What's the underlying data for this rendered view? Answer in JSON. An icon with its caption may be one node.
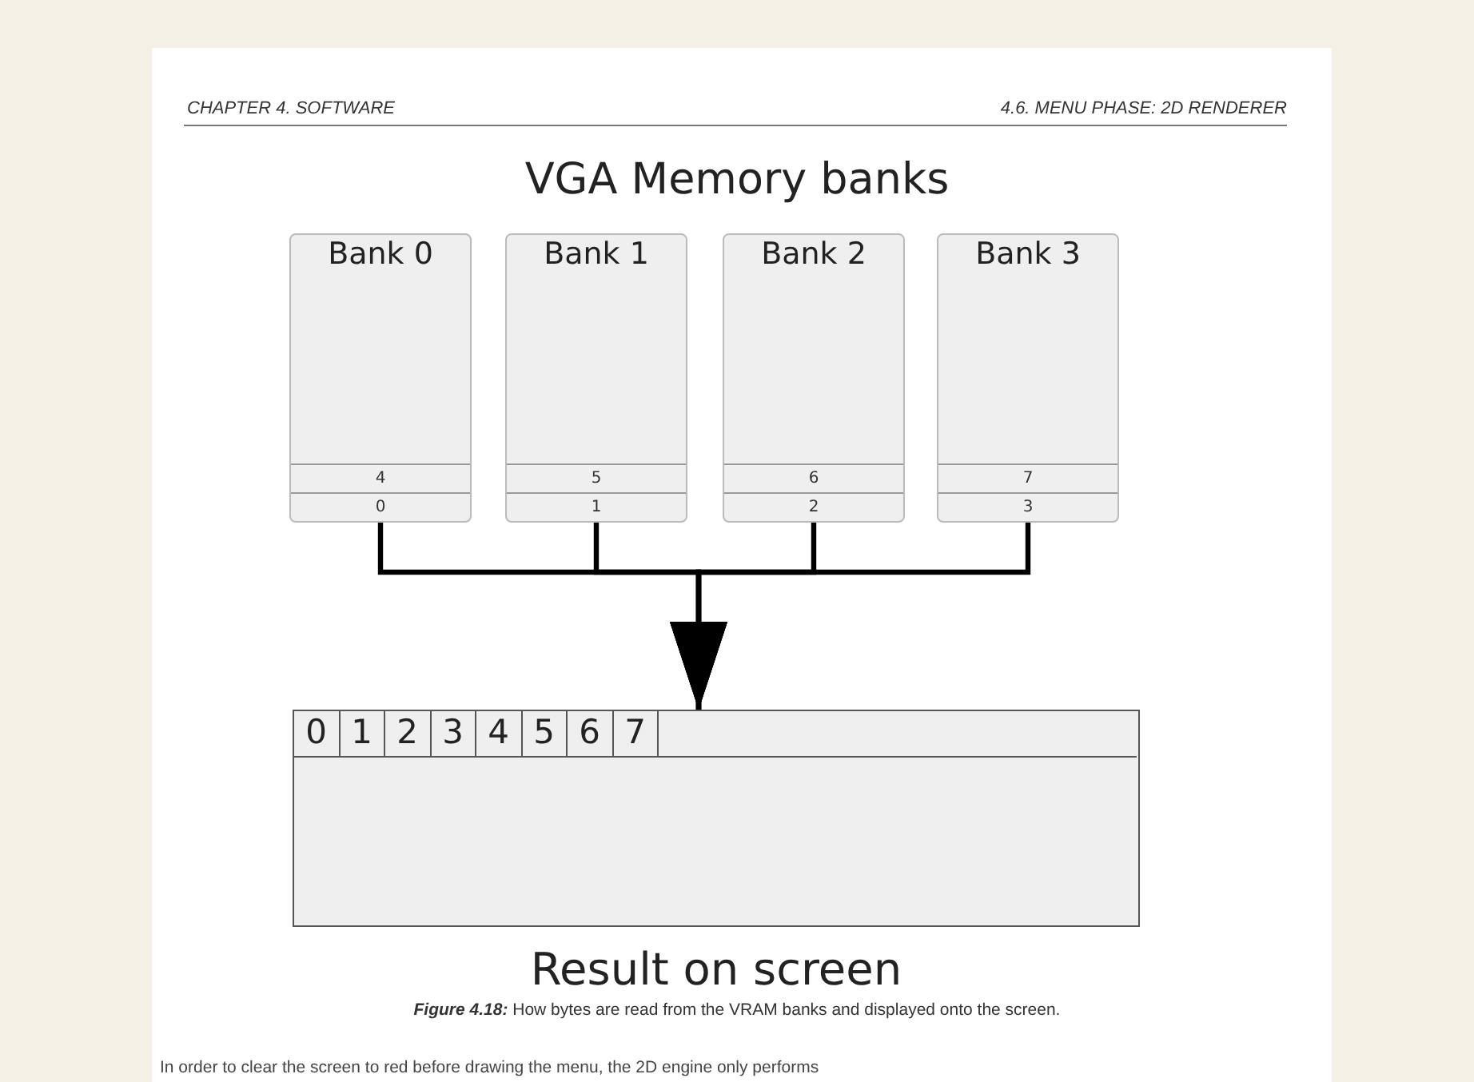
{
  "diagram": {
    "title": "VGA Memory banks",
    "caption": "**Figure 4.18:** How bytes are read from the VRAM banks and displayed onto the screen.",
    "nodes": [
      {
        "text": [
          "Bank 0"
        ]
      },
      {
        "text": [
          "4"
        ],
        "in": 0
      },
      {
        "text": [
          "0"
        ],
        "in": 0
      },
      {
        "text": [
          "Bank 1"
        ]
      },
      {
        "text": [
          "5"
        ],
        "in": 3
      },
      {
        "text": [
          "1"
        ],
        "in": 3
      },
      {
        "text": [
          "Bank 2"
        ]
      },
      {
        "text": [
          "6"
        ],
        "in": 6
      },
      {
        "text": [
          "2"
        ],
        "in": 6
      },
      {
        "text": [
          "Bank 3"
        ]
      },
      {
        "text": [
          "7"
        ],
        "in": 9
      },
      {
        "text": [
          "3"
        ],
        "in": 9
      },
      {
        "text": [
          "Result on screen"
        ]
      },
      {
        "text": [
          "0"
        ],
        "in": 12
      },
      {
        "text": [
          "1"
        ],
        "in": 12
      },
      {
        "text": [
          "2"
        ],
        "in": 12
      },
      {
        "text": [
          "3"
        ],
        "in": 12
      },
      {
        "text": [
          "4"
        ],
        "in": 12
      },
      {
        "text": [
          "5"
        ],
        "in": 12
      },
      {
        "text": [
          "6"
        ],
        "in": 12
      },
      {
        "text": [
          "7"
        ],
        "in": 12
      },
      {
        "text": [],
        "shape": "box",
        "in": 12
      }
    ],
    "edges": [
      {
        "from": 2,
        "to": 12,
        "arrow": "to"
      },
      {
        "from": 5,
        "to": 12,
        "arrow": "to"
      },
      {
        "from": 8,
        "to": 12,
        "arrow": "to"
      },
      {
        "from": 11,
        "to": 12,
        "arrow": "to"
      }
    ],
    "labels": [
      "CHAPTER 4. SOFTWARE",
      "4.6. MENU PHASE: 2D RENDERER",
      "In order to clear the screen to red before drawing the menu, the 2D engine only performs"
    ]
  }
}
